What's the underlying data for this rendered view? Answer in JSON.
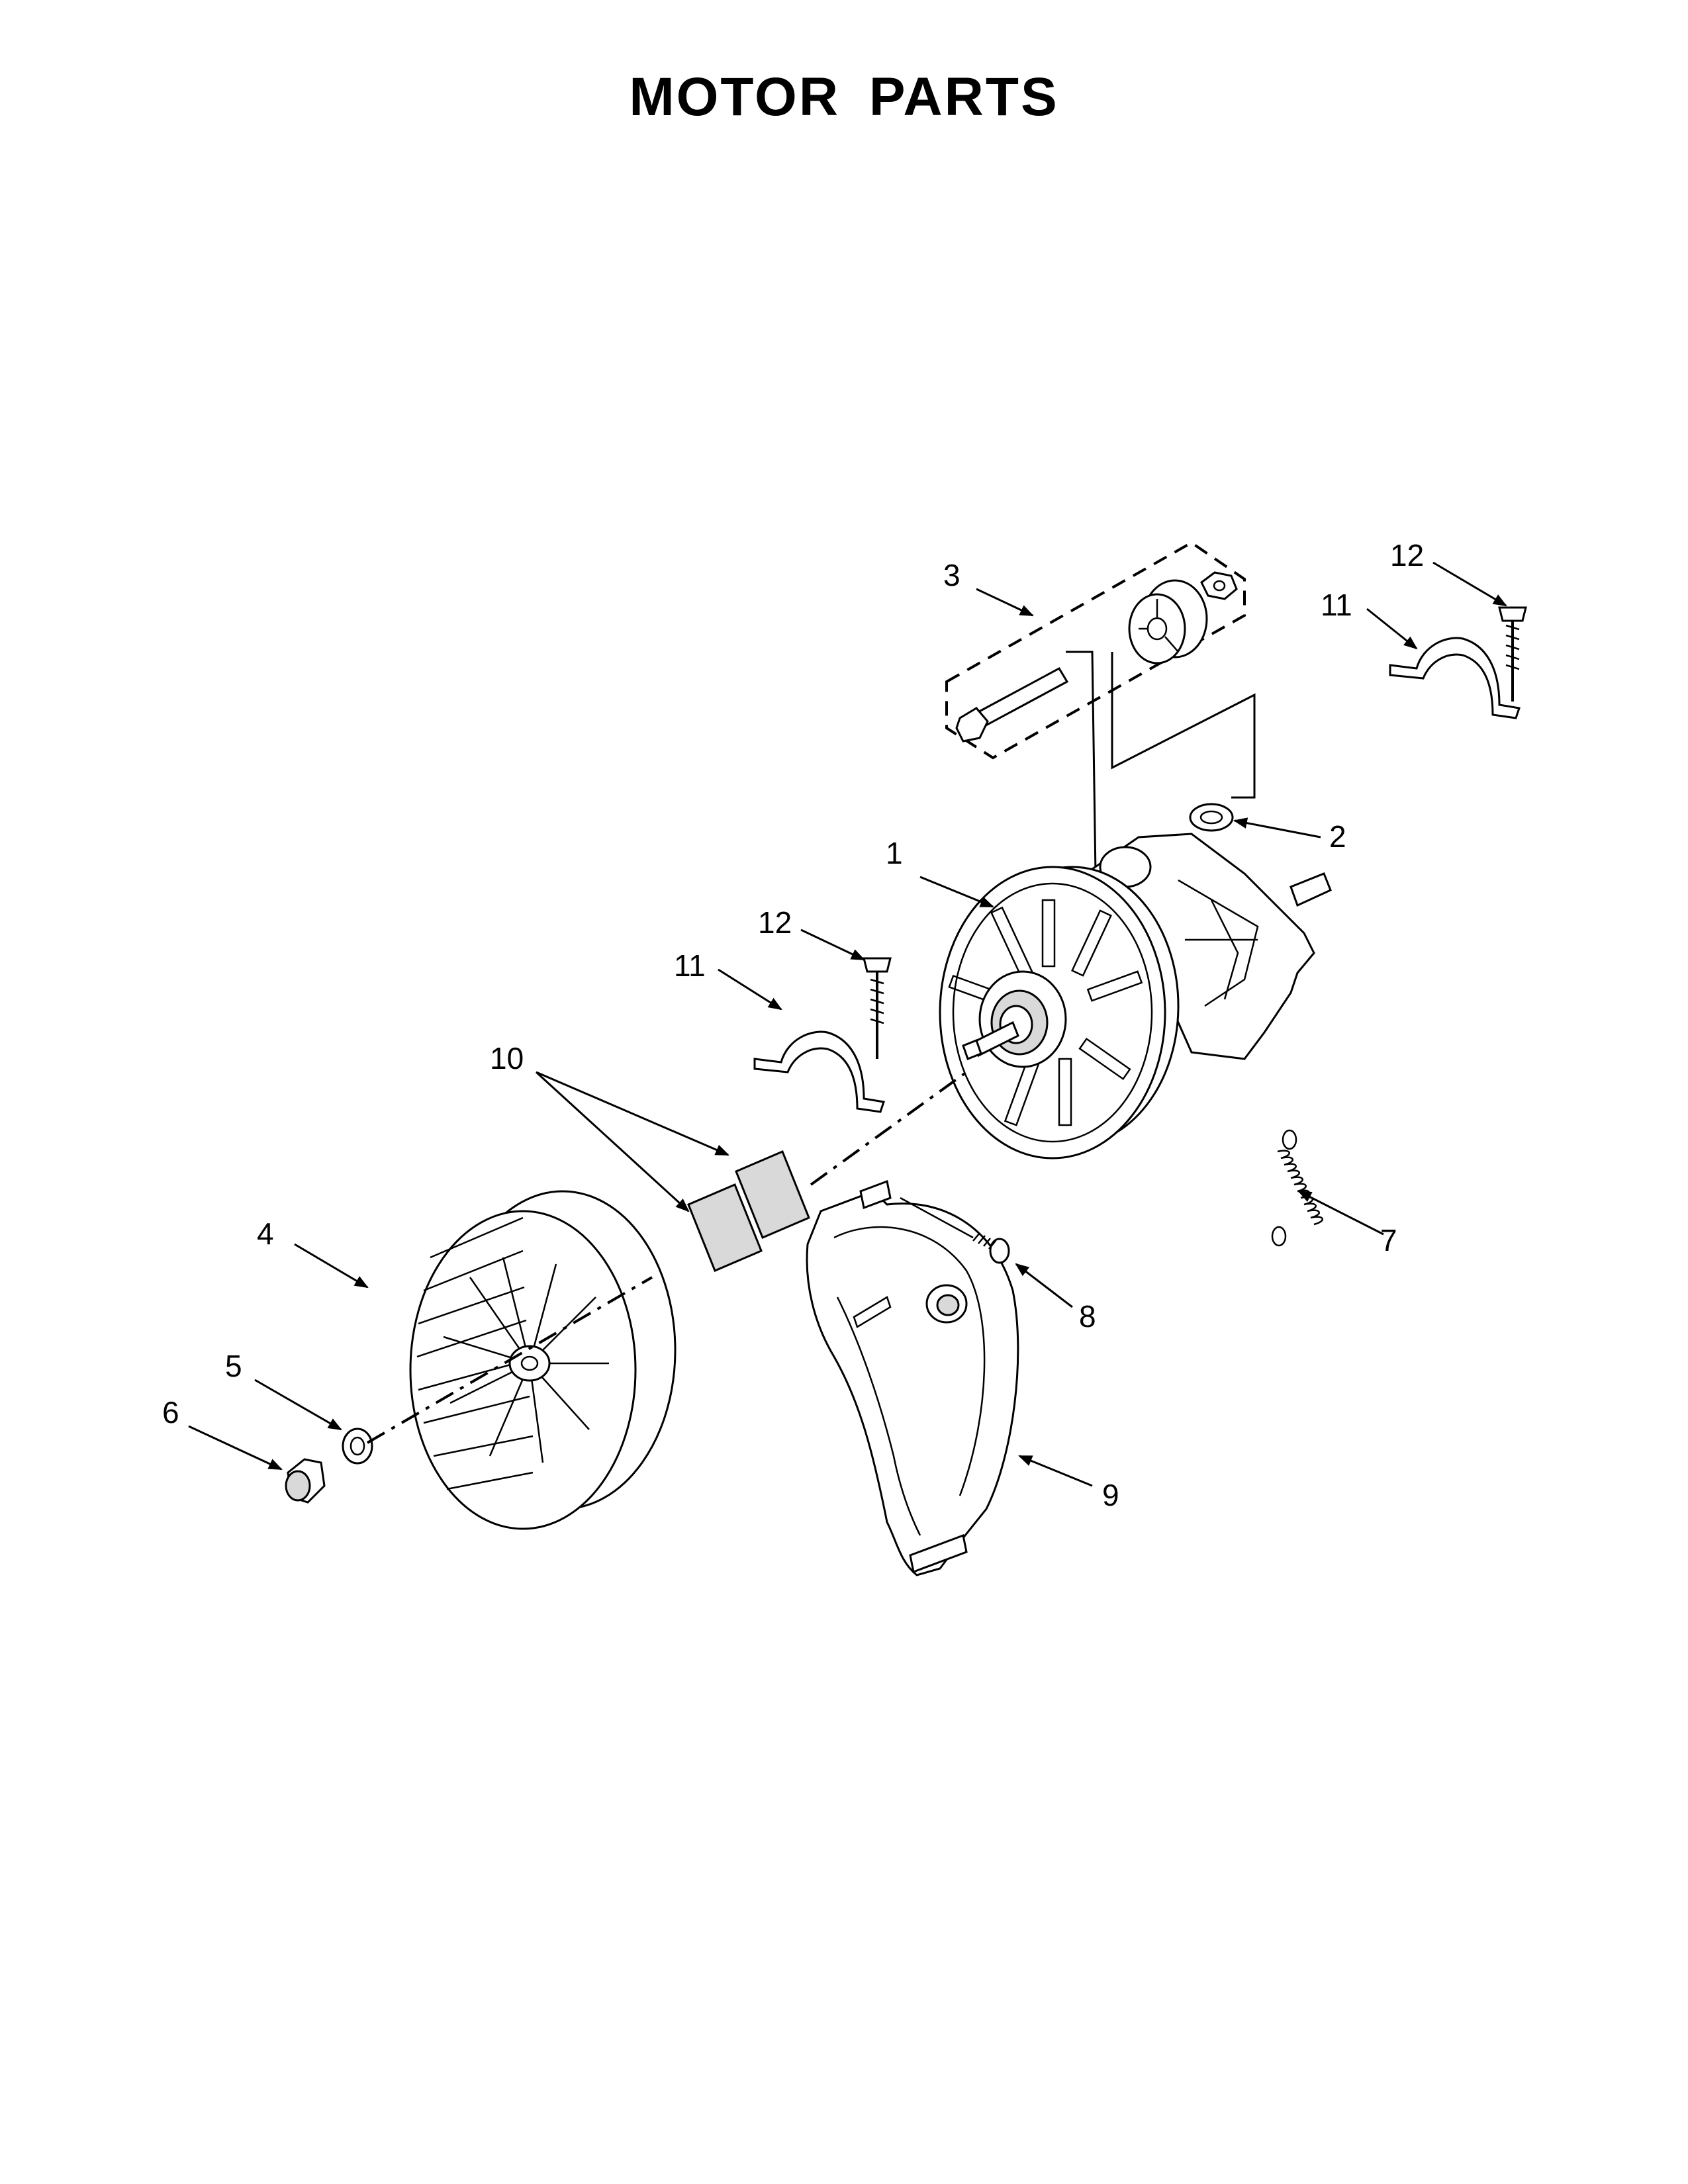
{
  "title": "MOTOR PARTS",
  "callouts": {
    "c1": "1",
    "c2": "2",
    "c3": "3",
    "c4": "4",
    "c5": "5",
    "c6": "6",
    "c7": "7",
    "c8": "8",
    "c9": "9",
    "c10": "10",
    "c11a": "11",
    "c11b": "11",
    "c12a": "12",
    "c12b": "12"
  }
}
